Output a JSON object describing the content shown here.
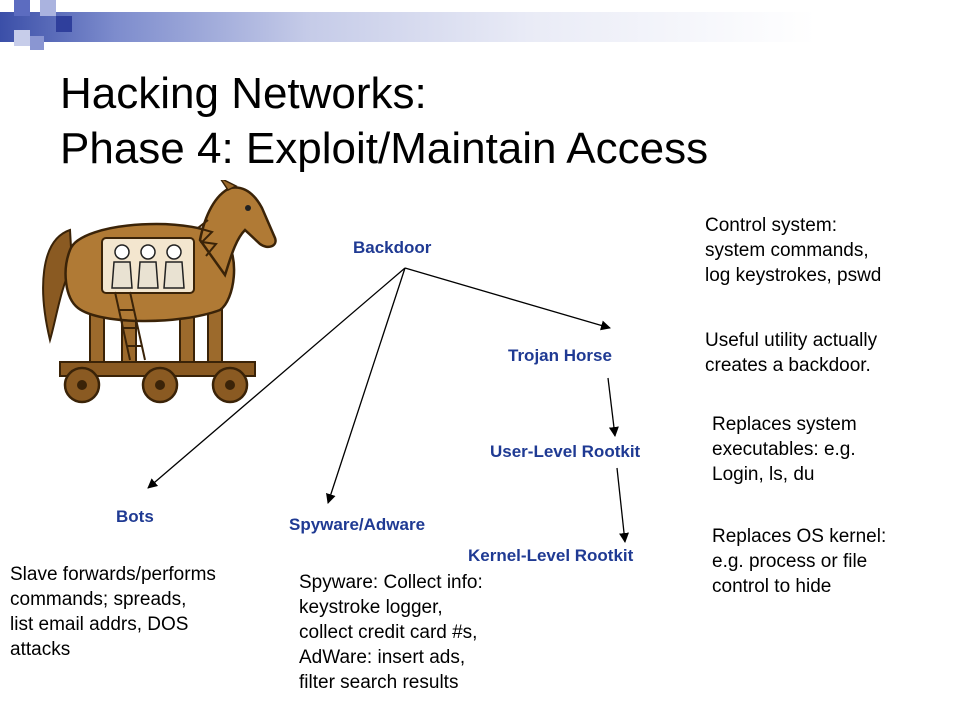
{
  "title": {
    "line1": "Hacking Networks:",
    "line2": "Phase 4:  Exploit/Maintain Access"
  },
  "nodes": {
    "backdoor": "Backdoor",
    "trojan_horse": "Trojan Horse",
    "user_rootkit": "User-Level Rootkit",
    "kernel_rootkit": "Kernel-Level Rootkit",
    "bots": "Bots",
    "spyware": "Spyware/Adware"
  },
  "notes": {
    "control": [
      "Control system:",
      "system commands,",
      "log keystrokes, pswd"
    ],
    "utility": [
      "Useful utility actually",
      "creates a backdoor."
    ],
    "replaces_exec": [
      "Replaces system",
      "executables: e.g.",
      "Login, ls, du"
    ],
    "replaces_kernel": [
      "Replaces OS kernel:",
      "e.g. process or file",
      "control to hide"
    ],
    "bots_desc": [
      "Slave forwards/performs",
      "commands; spreads,",
      "list email addrs, DOS",
      "attacks"
    ],
    "spyware_desc": [
      "Spyware: Collect info:",
      "keystroke logger,",
      "collect credit card #s,",
      "AdWare: insert ads,",
      "filter search results"
    ]
  },
  "icons": {
    "image": "trojan-horse-icon"
  },
  "colors": {
    "node_text": "#1f3a93",
    "accent": "#3b4fa8"
  }
}
